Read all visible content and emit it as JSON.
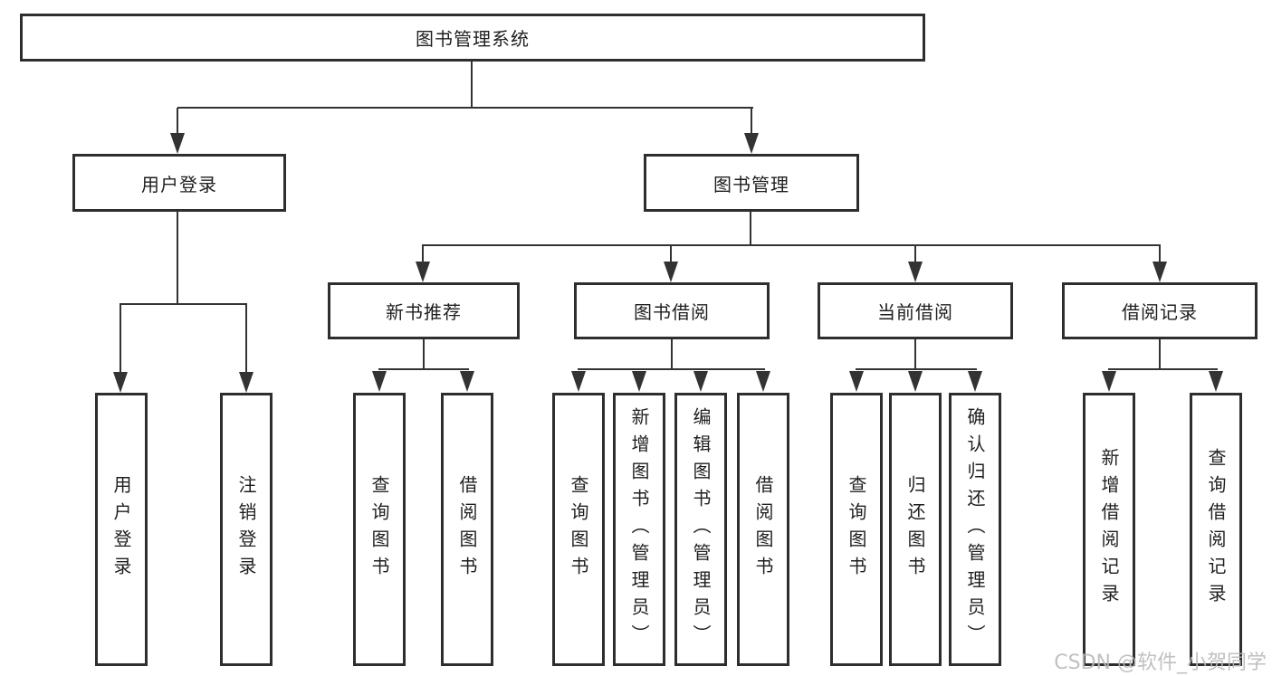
{
  "tree": {
    "label": "图书管理系统",
    "children": [
      {
        "label": "用户登录",
        "children": [
          {
            "label": "用户登录"
          },
          {
            "label": "注销登录"
          }
        ]
      },
      {
        "label": "图书管理",
        "children": [
          {
            "label": "新书推荐",
            "children": [
              {
                "label": "查询图书"
              },
              {
                "label": "借阅图书"
              }
            ]
          },
          {
            "label": "图书借阅",
            "children": [
              {
                "label": "查询图书"
              },
              {
                "label": "新增图书（管理员）"
              },
              {
                "label": "编辑图书（管理员）"
              },
              {
                "label": "借阅图书"
              }
            ]
          },
          {
            "label": "当前借阅",
            "children": [
              {
                "label": "查询图书"
              },
              {
                "label": "归还图书"
              },
              {
                "label": "确认归还（管理员）"
              }
            ]
          },
          {
            "label": "借阅记录",
            "children": [
              {
                "label": "新增借阅记录"
              },
              {
                "label": "查询借阅记录"
              }
            ]
          }
        ]
      }
    ]
  },
  "watermark": {
    "text": "CSDN @软件_小贺同学"
  },
  "colors": {
    "line": "#333333",
    "box_border": "#2e2e2e",
    "box_bg": "#ffffff",
    "text": "#1f1f1f",
    "watermark": "#b9b9b9",
    "background": "#ffffff"
  }
}
